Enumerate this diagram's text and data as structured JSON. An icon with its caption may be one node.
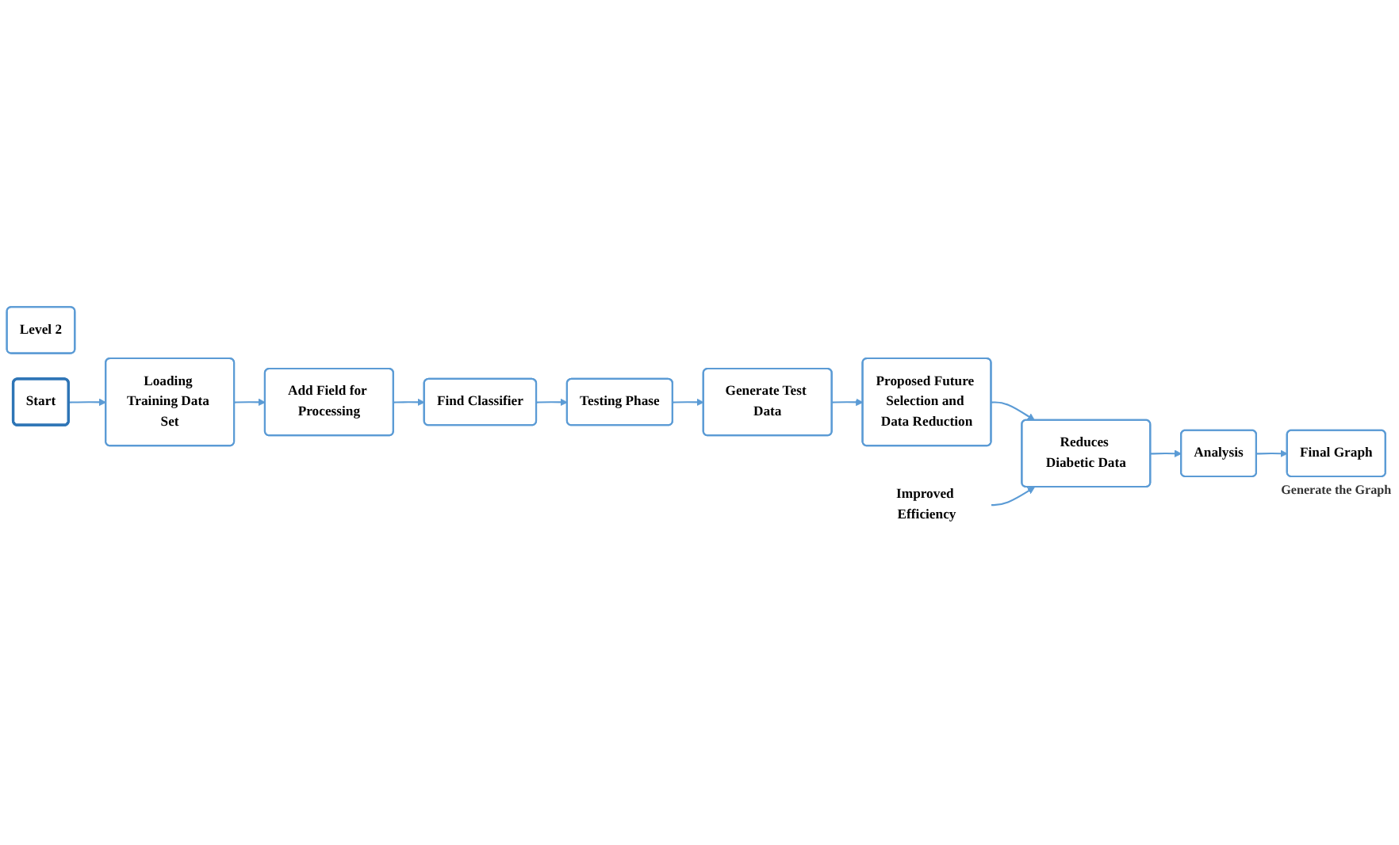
{
  "diagram": {
    "nodes": [
      {
        "text": [
          "Level 2"
        ]
      },
      {
        "text": [
          "Start"
        ]
      },
      {
        "text": [
          "Loading Training Data Set"
        ]
      },
      {
        "text": [
          "Add Field for Processing"
        ]
      },
      {
        "text": [
          "Find Classifier"
        ]
      },
      {
        "text": [
          "Testing Phase"
        ]
      },
      {
        "text": [
          "Generate Test Data"
        ]
      },
      {
        "text": [
          "Proposed Future Selection and Data Reduction"
        ]
      },
      {
        "text": [
          "Reduces Diabetic Data"
        ]
      },
      {
        "text": [
          "Analysis"
        ]
      },
      {
        "text": [
          "Final Graph"
        ],
        "beside": [
          "Generate the Graph"
        ]
      },
      {
        "text": [
          "Improved Efficiency"
        ]
      }
    ],
    "edges": [
      {
        "from": 1,
        "to": 2,
        "arrow": "to"
      },
      {
        "from": 2,
        "to": 3,
        "arrow": "to"
      },
      {
        "from": 3,
        "to": 4,
        "arrow": "to"
      },
      {
        "from": 4,
        "to": 5,
        "arrow": "to"
      },
      {
        "from": 5,
        "to": 6,
        "arrow": "to"
      },
      {
        "from": 6,
        "to": 7,
        "arrow": "to"
      },
      {
        "from": 7,
        "to": 8,
        "arrow": "to"
      },
      {
        "from": 8,
        "to": 9,
        "arrow": "to"
      },
      {
        "from": 9,
        "to": 10,
        "arrow": "to"
      },
      {
        "from": 11,
        "to": 8,
        "arrow": "to"
      }
    ]
  }
}
